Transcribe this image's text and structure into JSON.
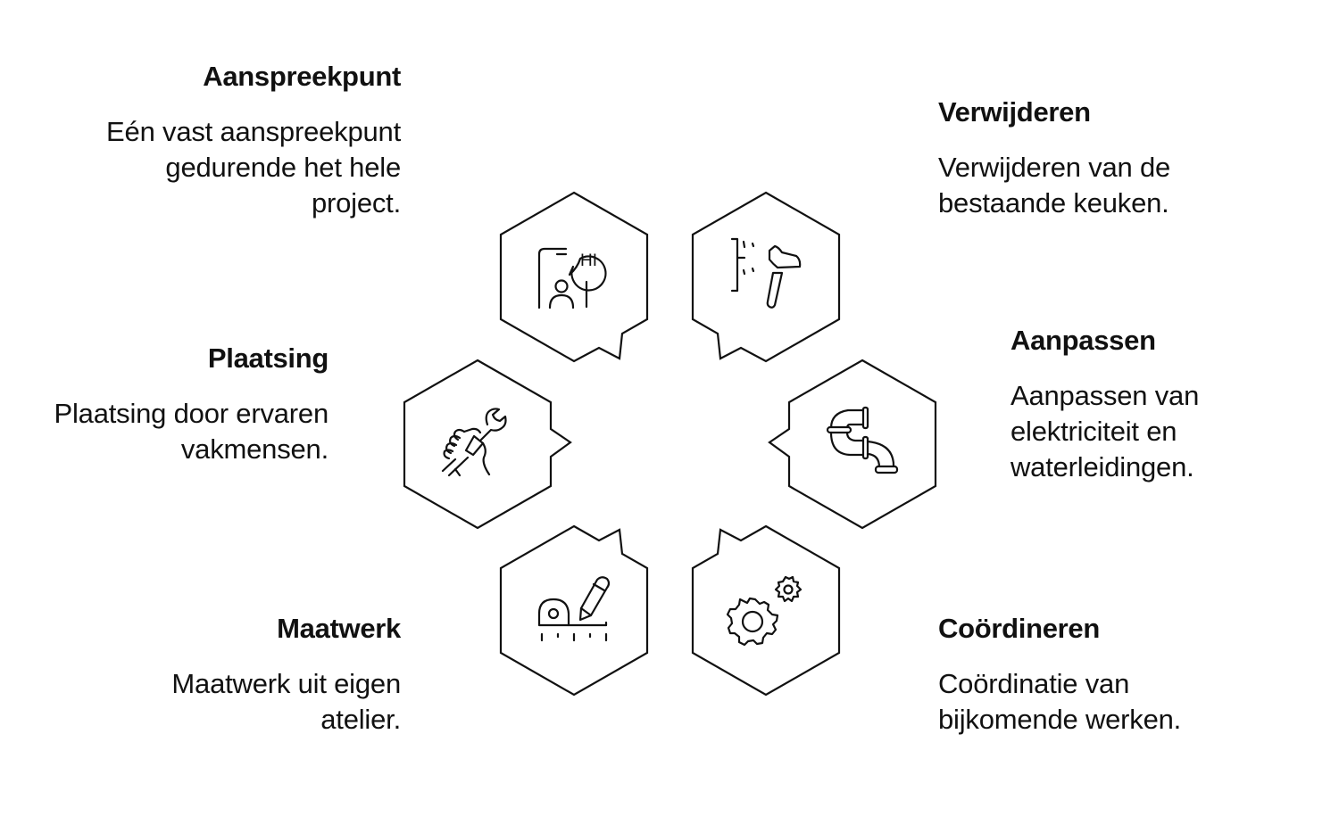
{
  "diagram": {
    "type": "hexagon-service-cycle",
    "line_color": "#111111",
    "background": "#ffffff",
    "items": [
      {
        "id": "aanspreekpunt",
        "title": "Aanspreekpunt",
        "description_lines": [
          "Eén vast aanspreekpunt",
          "gedurende het hele",
          "project."
        ],
        "icon": "phone-chat-hi-icon",
        "icon_text": "HI",
        "position": "top-left"
      },
      {
        "id": "verwijderen",
        "title": "Verwijderen",
        "description_lines": [
          "Verwijderen van de",
          "bestaande keuken."
        ],
        "icon": "hammer-wall-icon",
        "position": "top-right"
      },
      {
        "id": "aanpassen",
        "title": "Aanpassen",
        "description_lines": [
          "Aanpassen van",
          "elektriciteit en",
          "waterleidingen."
        ],
        "icon": "pipe-icon",
        "position": "middle-right"
      },
      {
        "id": "coordineren",
        "title": "Coördineren",
        "description_lines": [
          "Coördinatie van",
          "bijkomende werken."
        ],
        "icon": "gears-icon",
        "position": "bottom-right"
      },
      {
        "id": "maatwerk",
        "title": "Maatwerk",
        "description_lines": [
          "Maatwerk uit eigen",
          "atelier."
        ],
        "icon": "tape-measure-pencil-icon",
        "position": "bottom-left"
      },
      {
        "id": "plaatsing",
        "title": "Plaatsing",
        "description_lines": [
          "Plaatsing door ervaren",
          "vakmensen."
        ],
        "icon": "hand-wrench-icon",
        "position": "middle-left"
      }
    ]
  }
}
